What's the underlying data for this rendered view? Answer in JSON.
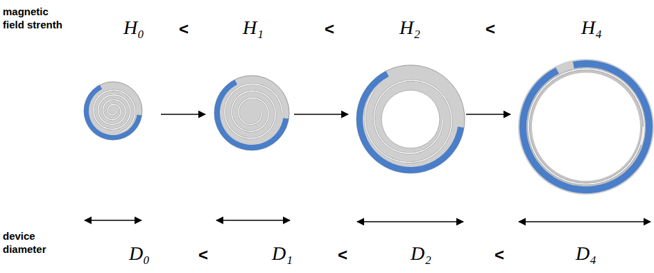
{
  "diagram": {
    "labels": [
      "magnetic field strenth",
      "H₀",
      "<",
      "H₁",
      "<",
      "H₂",
      "<",
      "H₄",
      "device diameter",
      "D₀",
      "<",
      "D₁",
      "<",
      "D₂",
      "<",
      "D₄"
    ]
  }
}
